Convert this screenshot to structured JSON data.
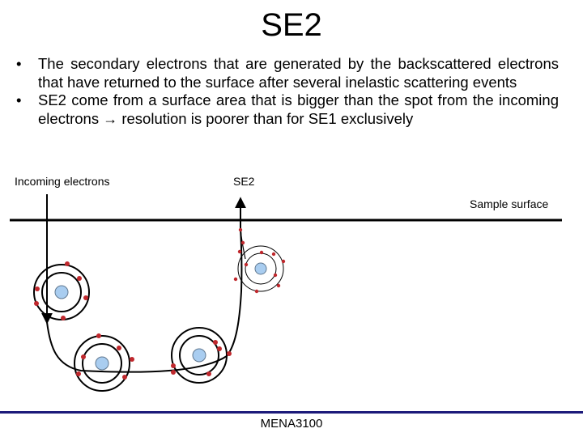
{
  "slide": {
    "title": "SE2",
    "bullets": [
      {
        "marker": "•",
        "text_before_arrow": "The secondary electrons that are generated by the backscattered electrons that have returned to the surface after several inelastic scattering events",
        "arrow": "",
        "text_after_arrow": ""
      },
      {
        "marker": "•",
        "text_before_arrow": "SE2 come from a surface area that is bigger than the spot from the incoming electrons",
        "arrow": "→",
        "text_after_arrow": "resolution is poorer than for SE1 exclusively"
      }
    ]
  },
  "diagram": {
    "label_incoming": "Incoming electrons",
    "label_se2": "SE2",
    "label_surface": "Sample surface",
    "colors": {
      "electron": "#c0282d",
      "nucleus_fill": "#a9cdf0",
      "nucleus_stroke": "#607890",
      "line": "#000000"
    }
  },
  "footer": {
    "text": "MENA3100",
    "bar_color": "#1c1a7a"
  }
}
